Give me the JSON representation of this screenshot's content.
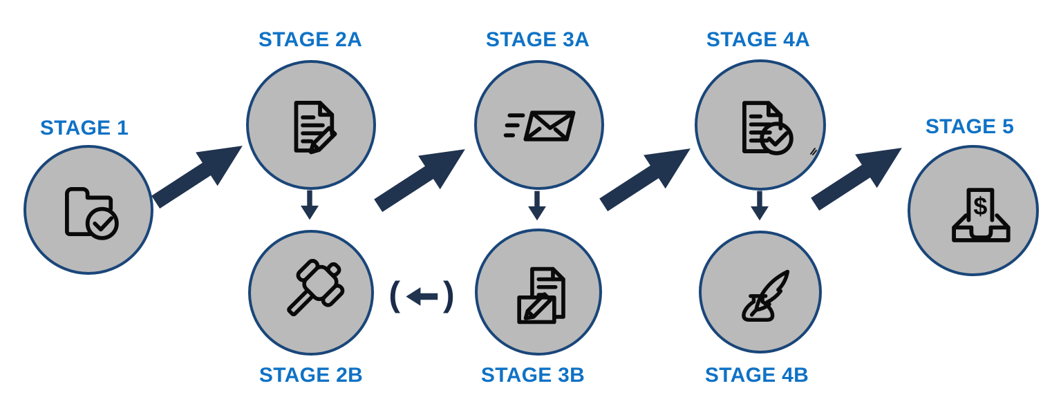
{
  "palette": {
    "label_blue": "#0F72C6",
    "arrow_navy": "#20334F",
    "circle_fill": "#BABABA",
    "circle_border": "#1A4679",
    "icon_black": "#0A0A0A"
  },
  "diagram": {
    "stages": [
      {
        "label": "STAGE 1",
        "icon": "folder-check-icon"
      },
      {
        "label": "STAGE 2A",
        "icon": "document-edit-icon"
      },
      {
        "label": "STAGE 2B",
        "icon": "gavel-icon"
      },
      {
        "label": "STAGE 3A",
        "icon": "mail-send-icon"
      },
      {
        "label": "STAGE 3B",
        "icon": "documents-edit-icon"
      },
      {
        "label": "STAGE 4A",
        "icon": "document-check-icon"
      },
      {
        "label": "STAGE 4B",
        "icon": "quill-ink-icon"
      },
      {
        "label": "STAGE 5",
        "icon": "payment-inbox-icon",
        "glyph": "$"
      }
    ],
    "connectors": [
      {
        "type": "arrow-up-right",
        "from": "STAGE 1",
        "to": "STAGE 2A"
      },
      {
        "type": "arrow-down",
        "from": "STAGE 2A",
        "to": "STAGE 2B"
      },
      {
        "type": "arrow-up-right",
        "from": "STAGE 2A",
        "to": "STAGE 3A"
      },
      {
        "type": "arrow-down",
        "from": "STAGE 3A",
        "to": "STAGE 3B"
      },
      {
        "type": "arrow-left-parenthesized",
        "from": "STAGE 3B",
        "to": "STAGE 2B"
      },
      {
        "type": "arrow-up-right",
        "from": "STAGE 3A",
        "to": "STAGE 4A"
      },
      {
        "type": "arrow-down",
        "from": "STAGE 4A",
        "to": "STAGE 4B"
      },
      {
        "type": "arrow-up-right",
        "from": "STAGE 4A",
        "to": "STAGE 5"
      }
    ],
    "loop_connector": {
      "open": "(",
      "close": ")"
    }
  }
}
